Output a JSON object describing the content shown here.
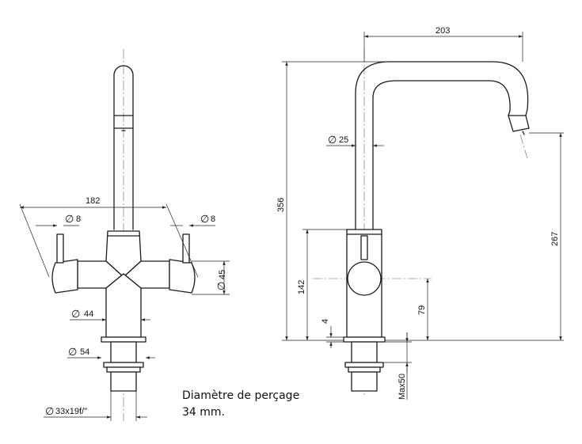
{
  "dimensions": {
    "front_width": "182",
    "left_handle_dia": "8",
    "right_handle_dia": "8",
    "body_dia": "45",
    "base_dia": "44",
    "nut_dia": "54",
    "thread": "33x19f/\"",
    "spout_reach": "203",
    "tube_dia": "25",
    "total_height": "356",
    "spout_height": "267",
    "lever_height": "142",
    "handle_axis_height": "79",
    "base_gap": "4",
    "max_deck": "Max50"
  },
  "symbols": {
    "diameter": "∅"
  },
  "note": {
    "line1": "Diamètre de perçage",
    "line2": "34 mm."
  }
}
